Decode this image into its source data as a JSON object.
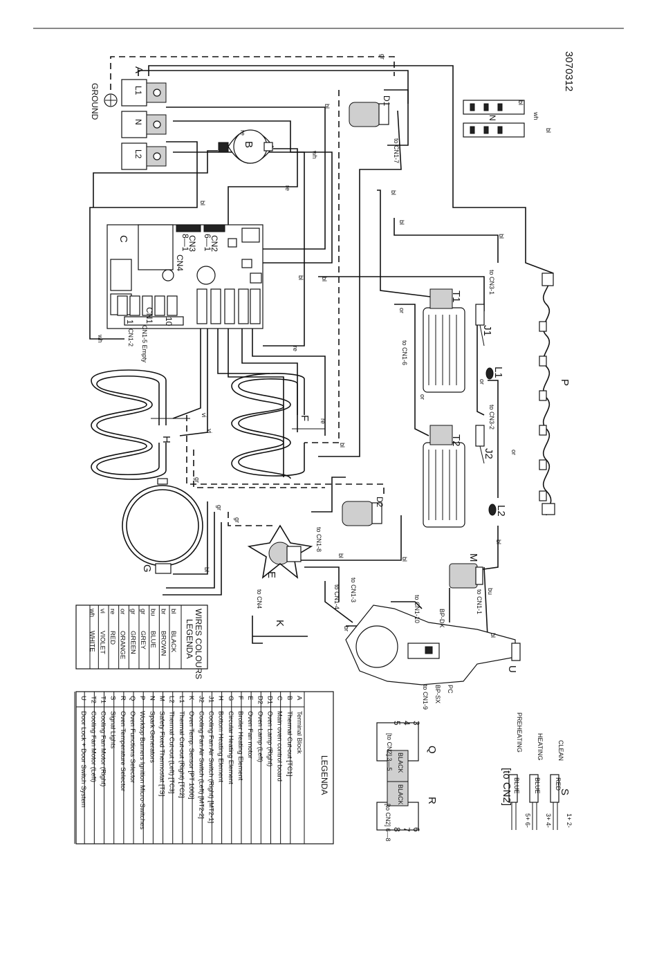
{
  "drawing_number": "3070312",
  "ground_label": "GROUND",
  "terminal_block": {
    "id": "A",
    "terminals": [
      "L1",
      "N",
      "L2"
    ]
  },
  "component_ids": {
    "B": "B",
    "C": "C",
    "D1": "D1",
    "D2": "D2",
    "E": "E",
    "F": "F",
    "G": "G",
    "H": "H",
    "J1": "J1",
    "J2": "J2",
    "K": "K",
    "L1": "L1",
    "L2": "L2",
    "M": "M",
    "N": "N",
    "P": "P",
    "Q": "Q",
    "R": "R",
    "S": "S",
    "T1": "T1",
    "T2": "T2",
    "U": "U"
  },
  "board_labels": {
    "cn1": "CN1",
    "cn2": "CN2",
    "cn3": "CN3",
    "cn4": "CN4",
    "cn1_range_start": "1",
    "cn1_range_end": "10",
    "cn2_range": "6—1",
    "cn3_range": "8—1",
    "cn1_2": "CN1-2",
    "cn1_5_empty": "CN1-5 Empty"
  },
  "wire_tags": [
    "gr",
    "bl",
    "re",
    "wh",
    "re",
    "bl",
    "bl",
    "bl",
    "or",
    "or",
    "or",
    "or",
    "bl",
    "bl",
    "wh",
    "bl",
    "vi",
    "vi",
    "re",
    "re",
    "gr",
    "gr",
    "gr",
    "bl",
    "bl",
    "bl",
    "bu",
    "bl",
    "bl",
    "bl",
    "br",
    "bl",
    "bl",
    "wh"
  ],
  "connection_notes": {
    "to_cn1_7": "to CN1-7",
    "to_cn3_1": "to CN3-1",
    "to_cn1_6": "to CN1-6",
    "to_cn3_2": "to CN3-2",
    "to_cn1_8": "to CN1-8",
    "to_cn1_1": "to CN1-1",
    "to_cn1_10": "to CN1-10",
    "to_cn1_3": "to CN1-3",
    "to_cn1_4": "to CN1-4",
    "to_cn4": "to CN4",
    "to_cn1_9": "to CN1-9",
    "bp_dx": "BP-DX",
    "bp_sx": "BP-SX",
    "pc": "PC"
  },
  "switch_q": {
    "pins": [
      "3",
      "4",
      "5"
    ],
    "note": "[to CN2] 3—5",
    "body": "BLACK"
  },
  "switch_r": {
    "pins": [
      "6",
      "7",
      "8"
    ],
    "note": "[to CN2] 6—8",
    "body": "BLACK"
  },
  "signal_lights": {
    "id": "S",
    "lights": [
      {
        "label": "CLEAN",
        "color_label": "RED",
        "pins": "1+ 2-"
      },
      {
        "label": "HEATING",
        "color_label": "BLUE",
        "pins": "3+ 4-"
      },
      {
        "label": "PREHEATING",
        "color_label": "BLUE",
        "pins": "5+ 6-"
      }
    ],
    "note": "[to CN2]"
  },
  "wire_legend": {
    "title_line1": "WIRES COLOURS",
    "title_line2": "LEGENDA",
    "rows": [
      [
        "bl",
        "BLACK"
      ],
      [
        "br",
        "BROWN"
      ],
      [
        "bu",
        "BLUE"
      ],
      [
        "gr",
        "GREY"
      ],
      [
        "gr",
        "GREEN"
      ],
      [
        "or",
        "ORANGE"
      ],
      [
        "re",
        "RED"
      ],
      [
        "vi",
        "VIOLET"
      ],
      [
        "wh",
        "WHITE"
      ]
    ]
  },
  "legend": {
    "title": "LEGENDA",
    "rows": [
      [
        "A",
        "Terminal Block"
      ],
      [
        "B",
        "Thermal Cut-out [TC1]"
      ],
      [
        "C",
        "Main oven control board"
      ],
      [
        "D1",
        "Oven Lamp (Right)"
      ],
      [
        "D2",
        "Oven Lamp (Left)"
      ],
      [
        "E",
        "Oven Fan motor"
      ],
      [
        "F",
        "Broiler Heating Element"
      ],
      [
        "G",
        "Circular Heating Element"
      ],
      [
        "H",
        "Bottom Heating Element"
      ],
      [
        "J1",
        "Cooling Fan Air Switch (Right) [MT2-1]"
      ],
      [
        "J2",
        "Cooling Fan Air Switch (Left) [MT2-2]"
      ],
      [
        "K",
        "Oven Temp. Sensor [PT 1000]"
      ],
      [
        "L1",
        "Thermal Cut-out (Right) [TC2]"
      ],
      [
        "L2",
        "Thermal Cut-out (Left) [TC3]"
      ],
      [
        "M",
        "Safety Fixed Thermostat [TS]"
      ],
      [
        "N",
        "Spark Generators"
      ],
      [
        "P",
        "Worktop Burners Ignition Micro-Switches"
      ],
      [
        "Q",
        "Oven Functions Selector"
      ],
      [
        "R",
        "Oven Temperature Selector"
      ],
      [
        "S",
        "Signal Lights"
      ],
      [
        "T1",
        "Cooling Fan Motor (Right)"
      ],
      [
        "T2",
        "Cooling Fan Motor (Left)"
      ],
      [
        "U",
        "Door Lock + Door Switch System"
      ]
    ]
  }
}
